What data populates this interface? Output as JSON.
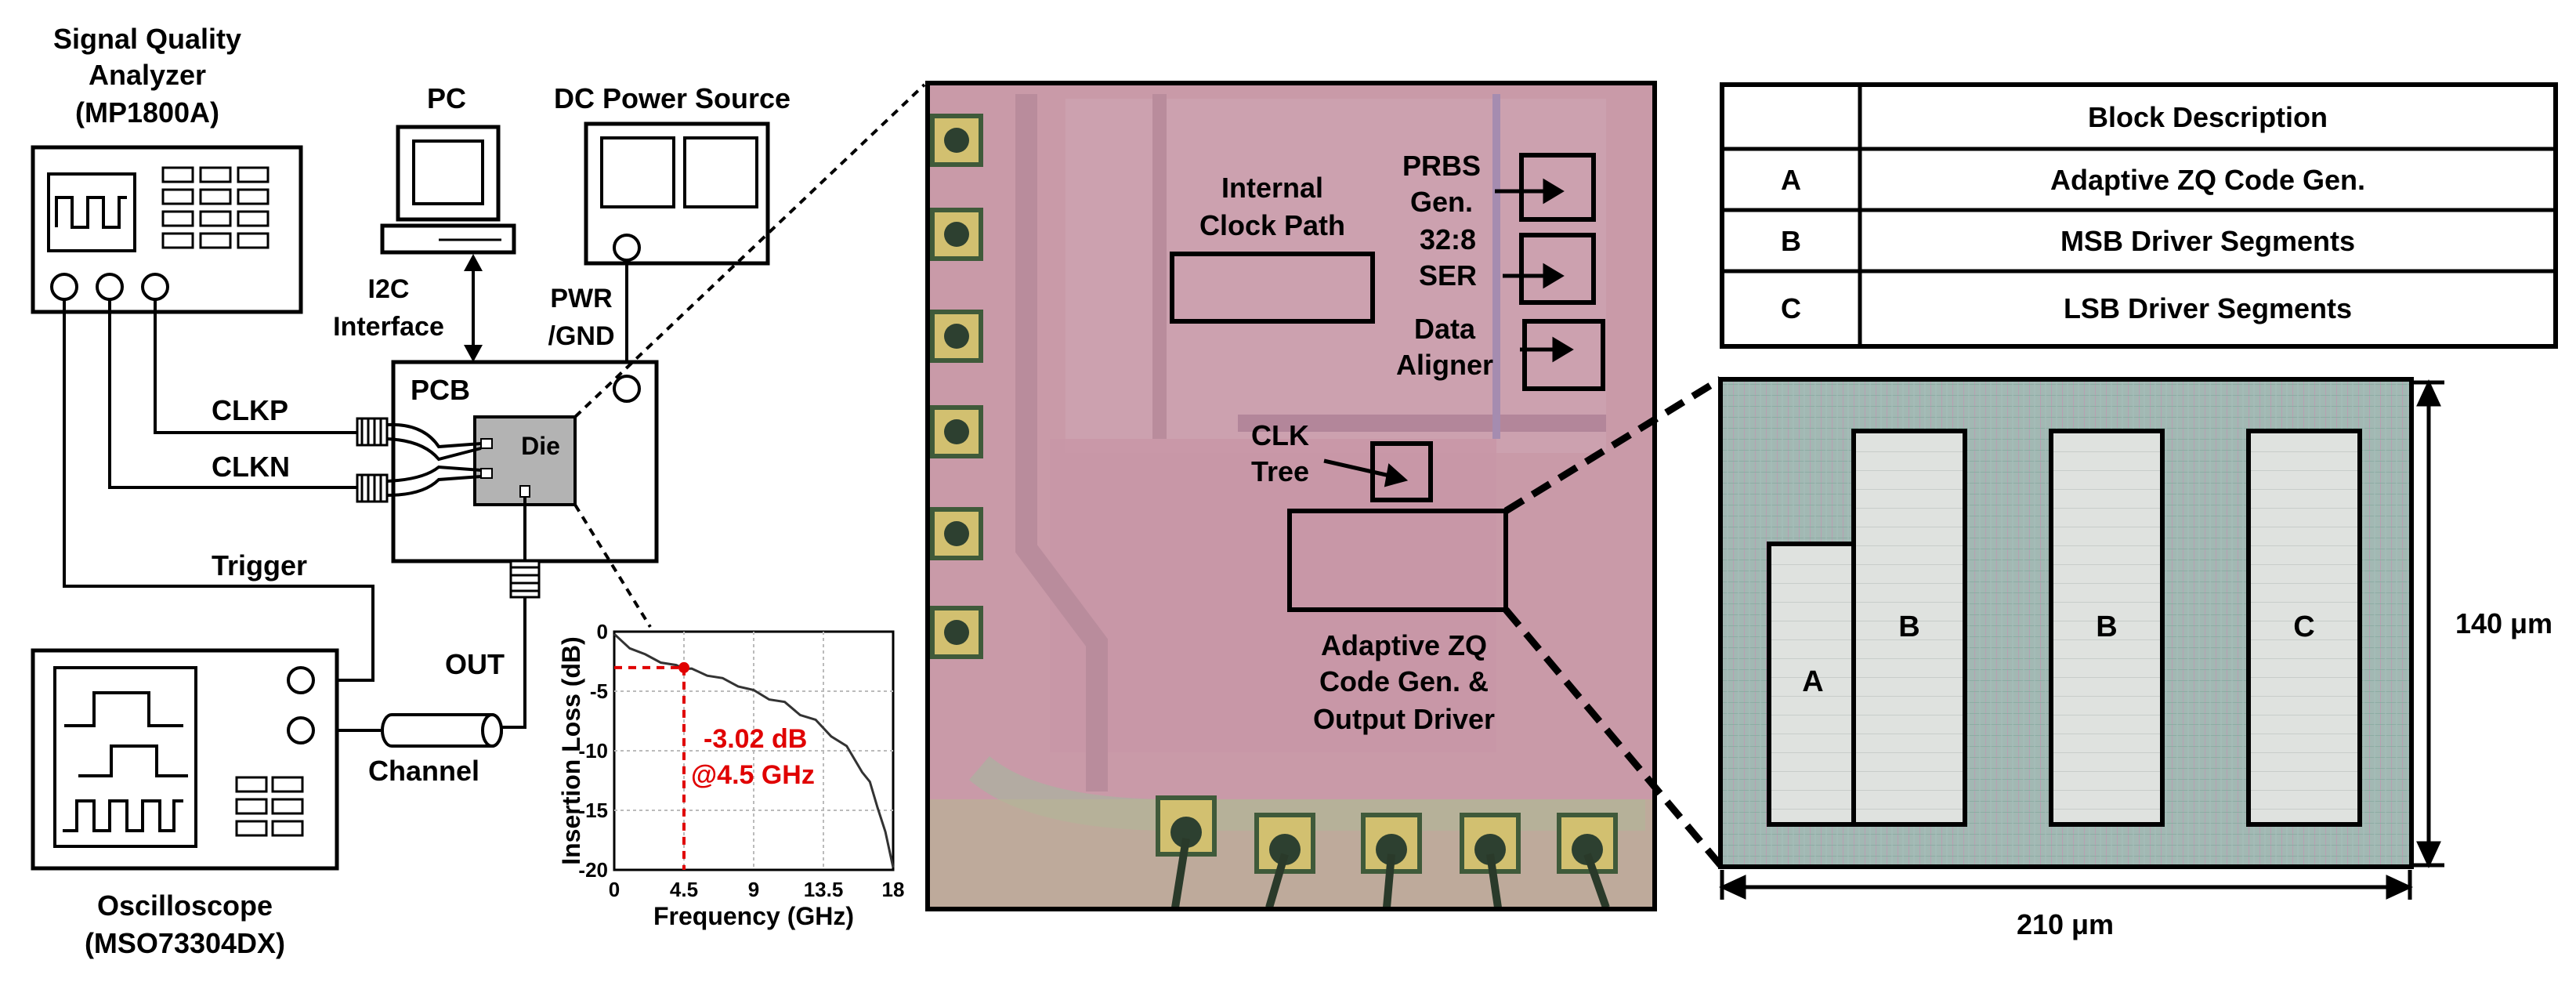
{
  "setup": {
    "analyzer_title": [
      "Signal Quality",
      "Analyzer",
      "(MP1800A)"
    ],
    "pc_label": "PC",
    "dc_source_label": "DC Power Source",
    "i2c_label": [
      "I2C",
      "Interface"
    ],
    "pwr_label": [
      "PWR",
      "/GND"
    ],
    "pcb_label": "PCB",
    "die_label": "Die",
    "clkp_label": "CLKP",
    "clkn_label": "CLKN",
    "trigger_label": "Trigger",
    "out_label": "OUT",
    "channel_label": "Channel",
    "oscilloscope_title": [
      "Oscilloscope",
      "(MSO73304DX)"
    ]
  },
  "chart_data": {
    "type": "line",
    "xlabel": "Frequency (GHz)",
    "ylabel": "Insertion Loss (dB)",
    "xlim": [
      0,
      18
    ],
    "ylim": [
      -20,
      0
    ],
    "xticks": [
      "0",
      "4.5",
      "9",
      "13.5",
      "18"
    ],
    "yticks": [
      "0",
      "-5",
      "-10",
      "-15",
      "-20"
    ],
    "grid": true,
    "series": [
      {
        "x": [
          0,
          0.5,
          1,
          2,
          3,
          4,
          4.5,
          5,
          6,
          7,
          8,
          9,
          10,
          11,
          12,
          13,
          14,
          15,
          16,
          16.5,
          17,
          17.5,
          18
        ],
        "values": [
          -0.2,
          -0.9,
          -1.3,
          -2.0,
          -2.5,
          -2.9,
          -3.02,
          -3.2,
          -3.6,
          -4.0,
          -4.5,
          -5.0,
          -5.5,
          -6.1,
          -6.8,
          -7.6,
          -8.6,
          -9.8,
          -11.6,
          -12.8,
          -14.6,
          -17.0,
          -19.8
        ]
      }
    ],
    "annotation": {
      "x": 4.5,
      "y": -3.02,
      "text": [
        "-3.02 dB",
        "@4.5 GHz"
      ]
    }
  },
  "die_photo": {
    "labels": {
      "internal_clock": [
        "Internal",
        "Clock Path"
      ],
      "prbs": [
        "PRBS",
        "Gen."
      ],
      "ser": [
        "32:8",
        "SER"
      ],
      "aligner": [
        "Data",
        "Aligner"
      ],
      "clk_tree": [
        "CLK",
        "Tree"
      ],
      "zq": [
        "Adaptive ZQ",
        "Code Gen. &",
        "Output Driver"
      ]
    }
  },
  "block_table": {
    "header": [
      "",
      "Block Description"
    ],
    "rows": [
      [
        "A",
        "Adaptive ZQ Code Gen."
      ],
      [
        "B",
        "MSB Driver Segments"
      ],
      [
        "C",
        "LSB Driver Segments"
      ]
    ]
  },
  "layout_zoom": {
    "blocks": [
      "A",
      "B",
      "B",
      "C"
    ],
    "height_label": "140 μm",
    "width_label": "210 μm"
  },
  "colors": {
    "die_pink": "#c99aa8",
    "plot_red": "#e00000",
    "die_gray": "#b3b3b3",
    "layout_bg": "#9fb4b0"
  }
}
